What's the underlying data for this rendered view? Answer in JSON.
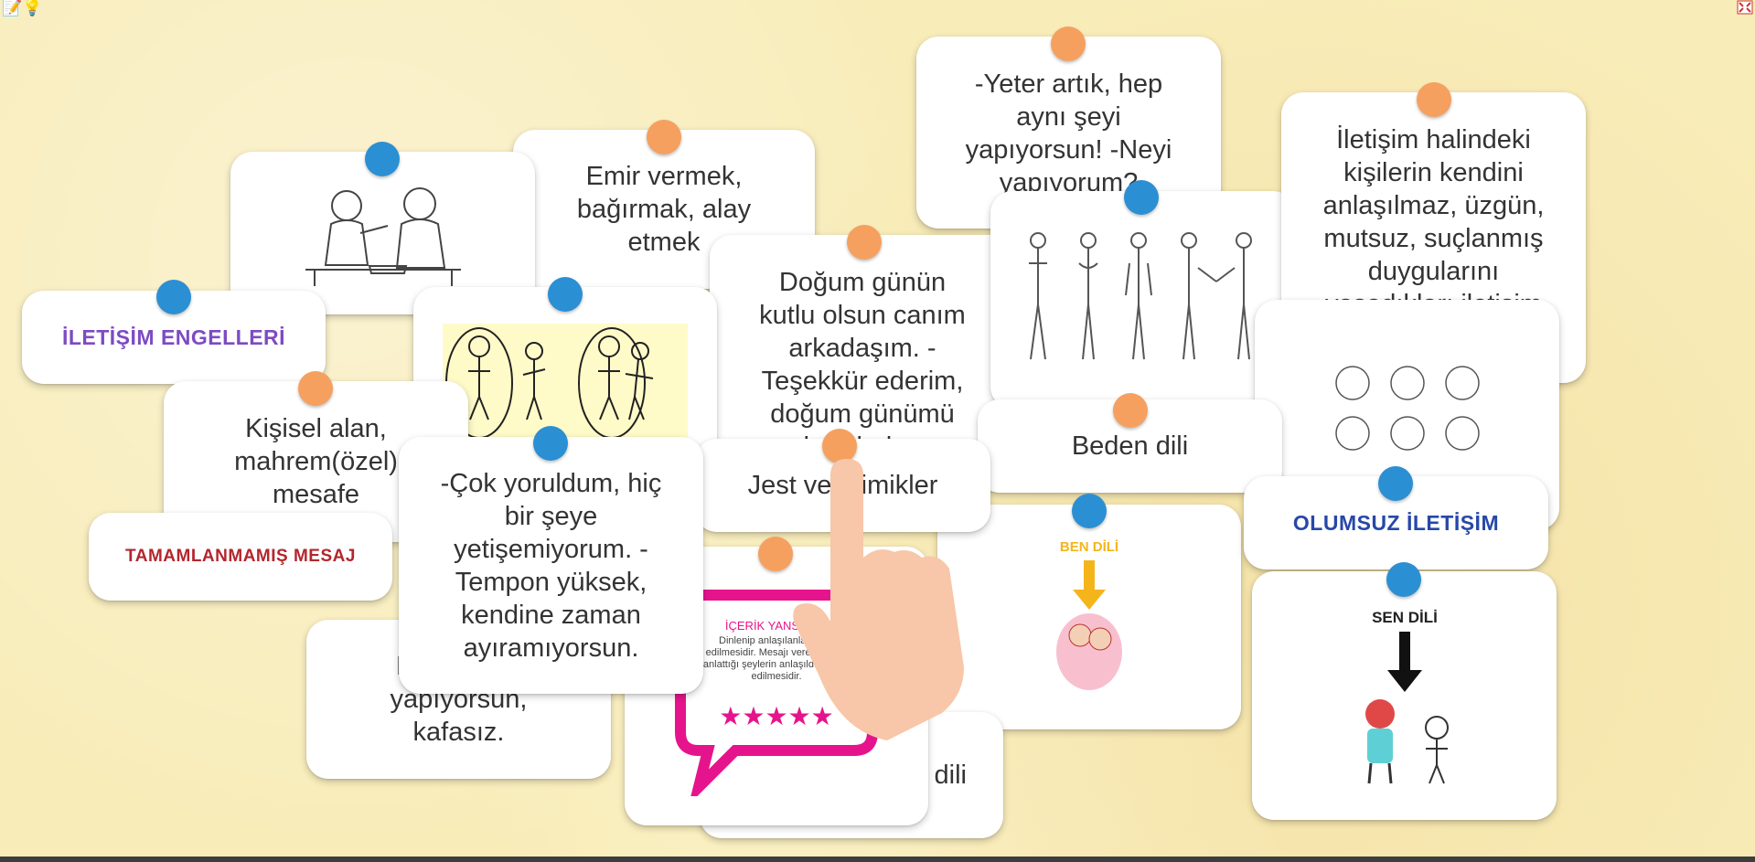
{
  "toolbar": {
    "help_icon": "help-icon",
    "hint_icon": "lightbulb-icon",
    "fullscreen_icon": "fullscreen-icon"
  },
  "colors": {
    "pin_blue": "#2b8fd3",
    "pin_orange": "#f6a05f",
    "title_purple": "#7d4bc2",
    "title_red": "#b3262e",
    "title_blue": "#2748a8",
    "tile_pink": "#e6148c"
  },
  "cards": {
    "emir": "Emir vermek,\nbağırmak, alay\netmek",
    "yeter": "-Yeter artık, hep\naynı şeyi\nyapıyorsun! -Neyi\nyapıyorum?",
    "iletisim_halindeki": "İletişim halindeki\nkişilerin kendini\nanlaşılmaz, üzgün,\nmutsuz, suçlanmış\nduygularını\nyaşadıkları iletişim\ntürü.",
    "iletisim_engelleri": "İLETİŞİM ENGELLERİ",
    "dogum": "Doğum günün\nkutlu olsun canım\narkadaşım. -\nTeşekkür ederim,\ndoğum günümü\nhatırladın.",
    "kisisel": "Kişisel alan,\nmahrem(özel)\nmesafe",
    "beden": "Beden dili",
    "cok_yoruldum": "-Çok yoruldum, hiç\nbir şeye\nyetişemiyorum. -\nTempon yüksek,\nkendine zaman\nayıramıyorsun.",
    "jest": "Jest ve mimikler",
    "tamamlanmamis": "TAMAMLANMAMIŞ MESAJ",
    "olumsuz": "OLUMSUZ İLETİŞİM",
    "hep": "Hep yanlış\nyapıyorsun,\nkafasız.",
    "dili": "dili",
    "ben_dili": "BEN DİLİ",
    "sen_dili": "SEN DİLİ",
    "icerik_title": "İÇERİK YANSITMA",
    "icerik_body": "Dinlenip anlaşılanlar ifade edilmesidir. Mesajı veren kişinin anlattığı şeylerin anlaşıldığı ifade edilmesidir.",
    "stars": "★★★★★"
  }
}
